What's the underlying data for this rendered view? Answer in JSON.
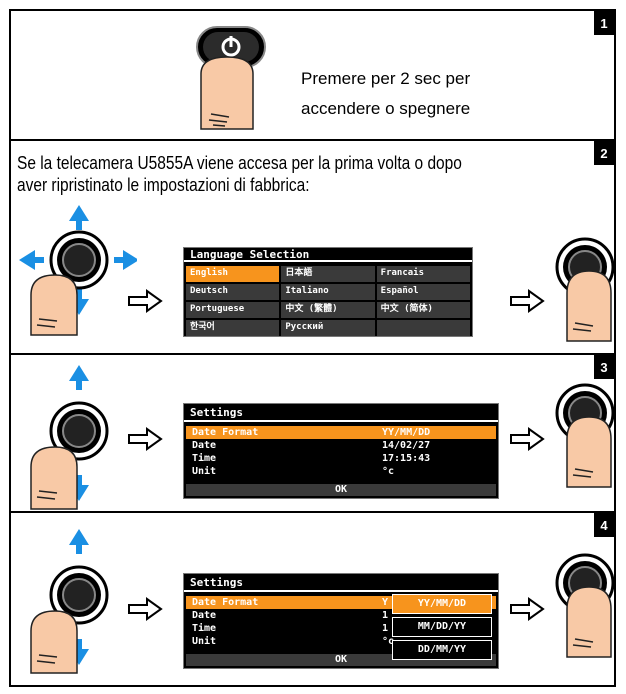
{
  "step1": {
    "number": "1",
    "instruction_line1": "Premere per 2 sec per",
    "instruction_line2": "accendere o spegnere"
  },
  "step2": {
    "number": "2",
    "intro_line1": "Se la telecamera U5855A viene accesa per la prima volta o dopo",
    "intro_line2": "aver ripristinato le impostazioni di fabbrica:",
    "screen": {
      "title": "Language Selection",
      "languages": [
        "English",
        "日本語",
        "Francais",
        "Deutsch",
        "Italiano",
        "Español",
        "Portuguese",
        "中文 (繁體)",
        "中文 (简体)",
        "한국어",
        "Русский",
        ""
      ],
      "selected_index": 0
    }
  },
  "step3": {
    "number": "3",
    "screen": {
      "title": "Settings",
      "rows": [
        {
          "label": "Date Format",
          "value": "YY/MM/DD"
        },
        {
          "label": "Date",
          "value": "14/02/27"
        },
        {
          "label": "Time",
          "value": "17:15:43"
        },
        {
          "label": "Unit",
          "value": "°c"
        }
      ],
      "selected_index": 0,
      "ok_label": "OK"
    }
  },
  "step4": {
    "number": "4",
    "screen": {
      "title": "Settings",
      "rows": [
        {
          "label": "Date Format",
          "value": "Y"
        },
        {
          "label": "Date",
          "value": "1"
        },
        {
          "label": "Time",
          "value": "1"
        },
        {
          "label": "Unit",
          "value": "°c"
        }
      ],
      "selected_index": 0,
      "ok_label": "OK",
      "dropdown_options": [
        "YY/MM/DD",
        "MM/DD/YY",
        "DD/MM/YY"
      ]
    }
  },
  "colors": {
    "highlight": "#f7941d",
    "screen_bg": "#000000",
    "screen_row": "#3a3a3a",
    "arrow_blue": "#1a8fe3",
    "skin": "#f8c9a6",
    "power_button": "#1a1a1a"
  },
  "icons": [
    "power-button-icon",
    "joystick-icon",
    "thumb-icon",
    "blue-arrow-icon",
    "right-arrow-outline-icon"
  ]
}
